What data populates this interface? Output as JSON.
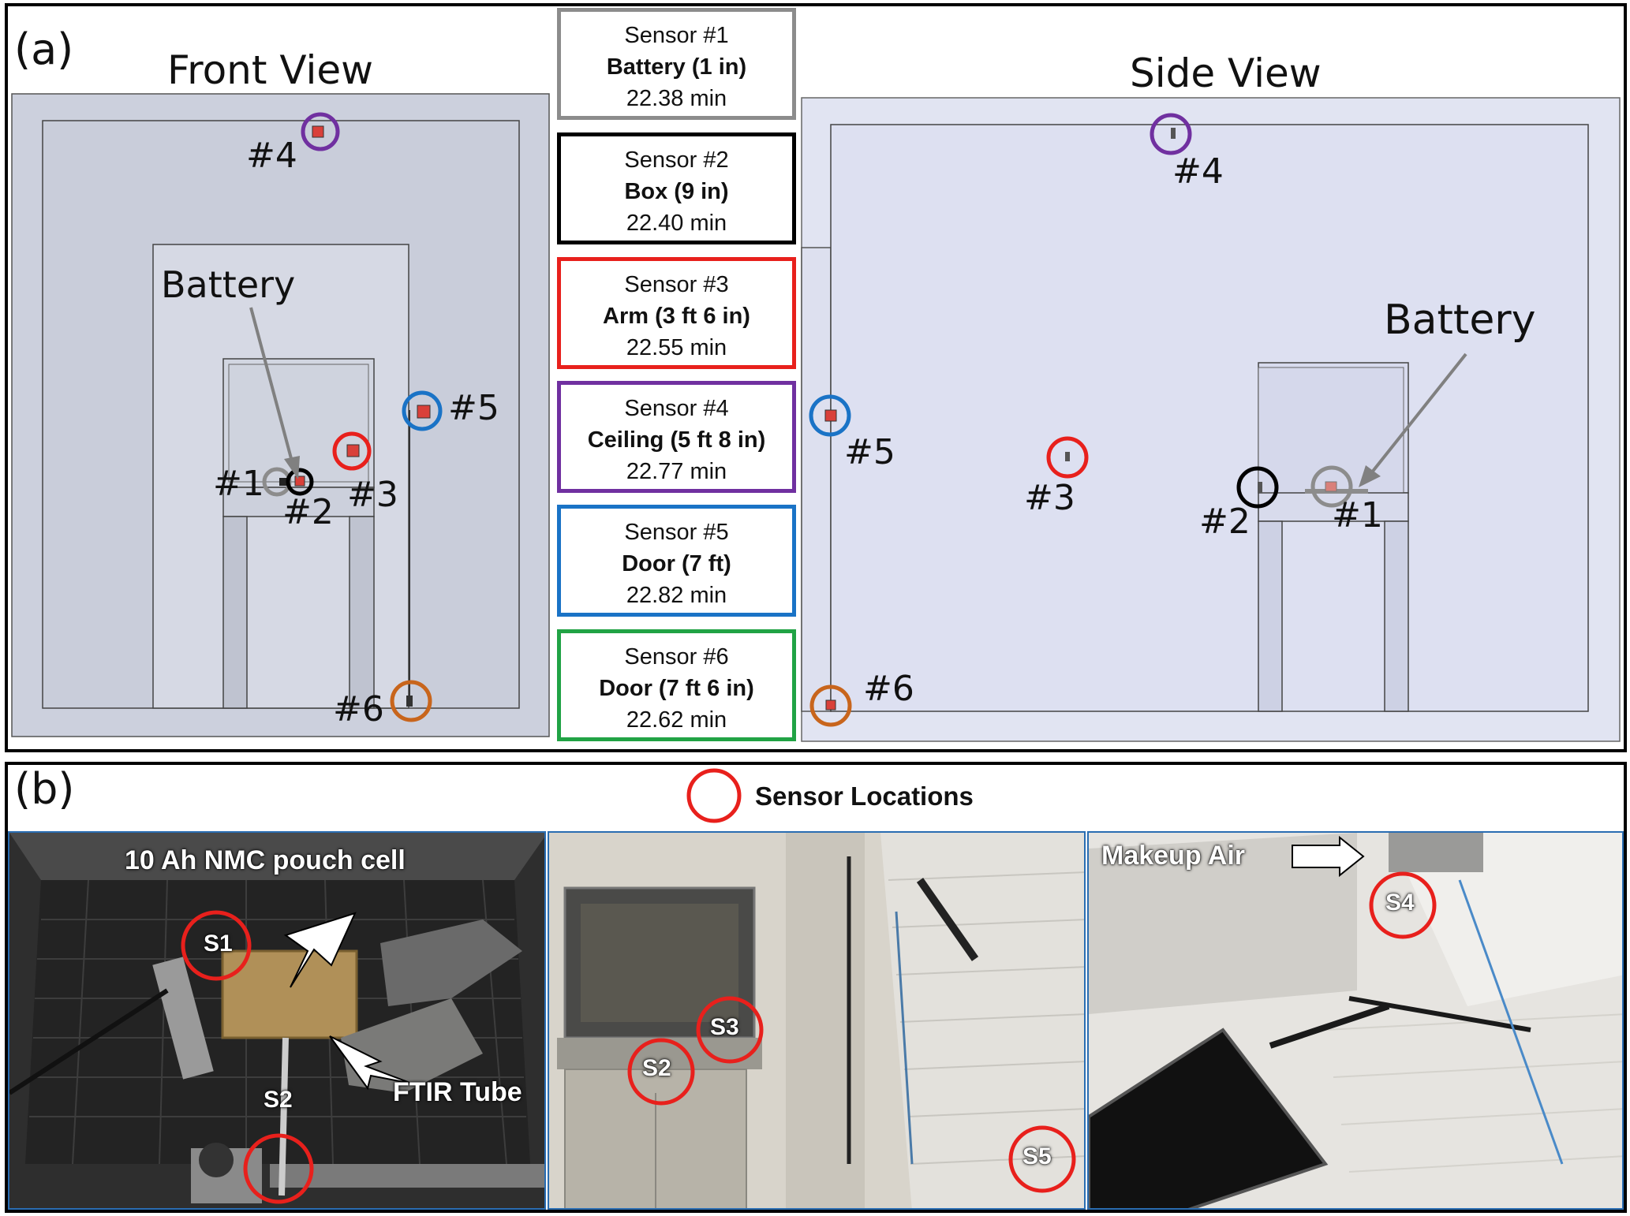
{
  "panel_a": {
    "letter": "(a)",
    "front_view": {
      "title": "Front View",
      "battery_label": "Battery",
      "markers": [
        "#1",
        "#2",
        "#3",
        "#4",
        "#5",
        "#6"
      ]
    },
    "side_view": {
      "title": "Side View",
      "battery_label": "Battery",
      "markers": [
        "#1",
        "#2",
        "#3",
        "#4",
        "#5",
        "#6"
      ]
    },
    "sensors": [
      {
        "name": "Sensor #1",
        "location": "Battery (1 in)",
        "time": "22.38 min",
        "color": "#8c8c8c"
      },
      {
        "name": "Sensor #2",
        "location": "Box (9 in)",
        "time": "22.40 min",
        "color": "#000000"
      },
      {
        "name": "Sensor #3",
        "location": "Arm (3 ft 6 in)",
        "time": "22.55 min",
        "color": "#e8201c"
      },
      {
        "name": "Sensor #4",
        "location": "Ceiling (5 ft 8 in)",
        "time": "22.77 min",
        "color": "#7030a0"
      },
      {
        "name": "Sensor #5",
        "location": "Door (7 ft)",
        "time": "22.82 min",
        "color": "#1a73c6"
      },
      {
        "name": "Sensor #6",
        "location": "Door (7 ft 6 in)",
        "time": "22.62 min",
        "color": "#21a345"
      }
    ]
  },
  "panel_b": {
    "letter": "(b)",
    "legend": "Sensor Locations",
    "photo1": {
      "cell_label": "10 Ah NMC pouch cell",
      "tube_label": "FTIR Tube",
      "sensors": [
        "S1",
        "S2"
      ]
    },
    "photo2": {
      "sensors": [
        "S2",
        "S3",
        "S5"
      ]
    },
    "photo3": {
      "air_label": "Makeup Air",
      "sensors": [
        "S4"
      ]
    }
  },
  "colors": {
    "gray": "#8c8c8c",
    "black": "#000000",
    "red": "#e8201c",
    "purple": "#7030a0",
    "blue": "#1a73c6",
    "orange": "#c8651c",
    "green": "#21a345"
  }
}
